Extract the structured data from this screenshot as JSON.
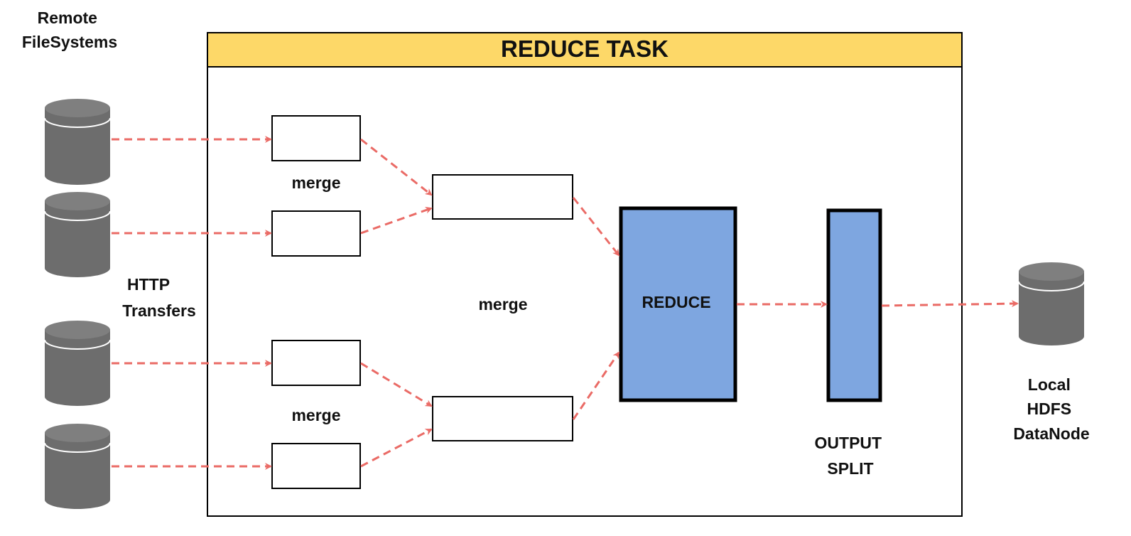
{
  "colors": {
    "header_fill": "#FDD868",
    "reduce_fill": "#7EA6E0",
    "arrow": "#EA6B66",
    "cylinder_body": "#6D6D6D",
    "cylinder_top": "#7F7F7F",
    "outline": "#000000"
  },
  "labels": {
    "remote_line1": "Remote",
    "remote_line2": "FileSystems",
    "http_line1": "HTTP",
    "http_line2": "Transfers",
    "reduce_task": "REDUCE TASK",
    "merge_top": "merge",
    "merge_middle": "merge",
    "merge_bottom": "merge",
    "reduce": "REDUCE",
    "output_line1": "OUTPUT",
    "output_line2": "SPLIT",
    "local_line1": "Local",
    "local_line2": "HDFS",
    "local_line3": "DataNode"
  },
  "icons": {
    "source_storage": "database-cylinder-icon",
    "target_storage": "database-cylinder-icon"
  }
}
